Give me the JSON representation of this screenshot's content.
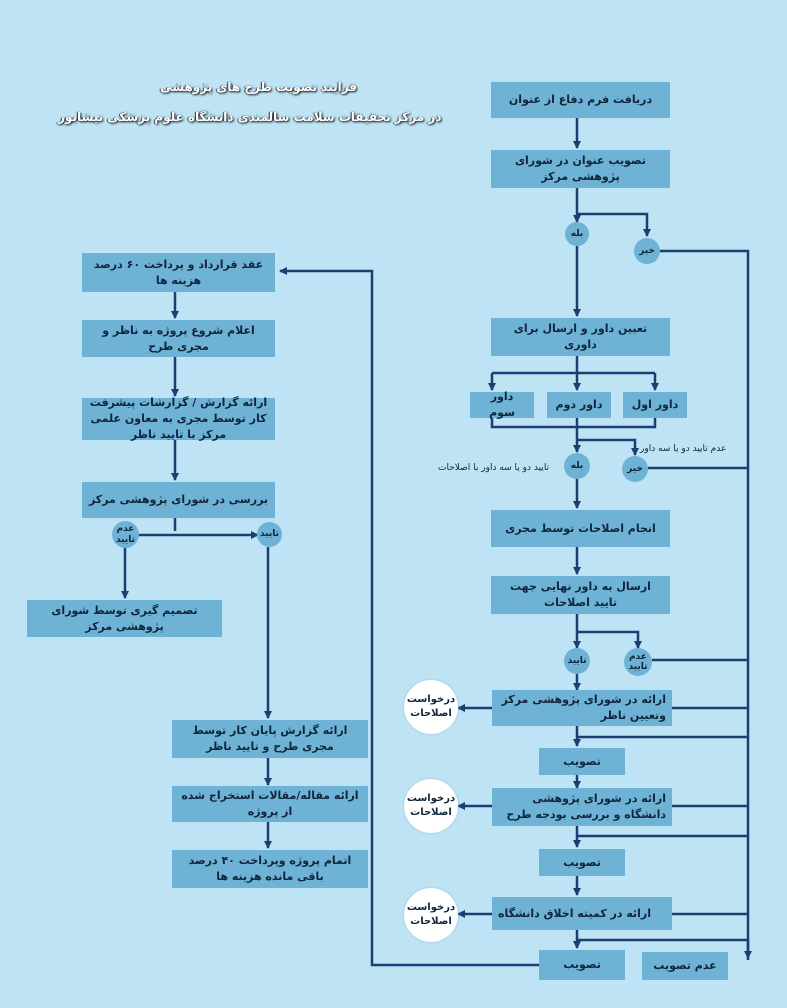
{
  "title": {
    "line1": "فرایند تصویب طرح های پژوهشی",
    "line2": "در مرکز تحقیقات سلامت سالمندی دانشگاه علوم پزشکی نیشابور"
  },
  "right": {
    "receive_form": "دریافت فرم دفاع از عنوان",
    "approve_title": "تصویب عنوان در شورای پژوهشی مرکز",
    "yes": "بله",
    "no": "خیر",
    "assign_reviewer": "تعیین داور و ارسال برای داوری",
    "reviewer1": "داور اول",
    "reviewer2": "داور دوم",
    "reviewer3": "داور سوم",
    "yes2": "بله",
    "no2": "خیر",
    "note_approve": "تایید دو یا سه داور با اصلاحات",
    "note_reject": "عدم تایید دو یا سه داور",
    "do_corrections": "انجام اصلاحات توسط مجری",
    "send_final_reviewer": "ارسال به داور نهایی جهت تایید اصلاحات",
    "approve": "تایید",
    "not_approve": "عدم تایید",
    "present_council": "ارائه در شورای پژوهشی مرکز وتعیین ناظر",
    "request1": "درخواست اصلاحات",
    "ratify1": "تصویب",
    "present_university": "ارائه در شورای پژوهشی دانشگاه و بررسی بودجه طرح",
    "request2": "درخواست اصلاحات",
    "ratify2": "تصویب",
    "ethics": "ارائه در کمیته اخلاق دانشگاه",
    "request3": "درخواست اصلاحات",
    "ratify3": "تصویب",
    "rejected": "عدم تصویب"
  },
  "left": {
    "contract": "عقد قرارداد و پرداخت ۶۰ درصد هزینه ها",
    "announce_start": "اعلام شروع پروژه به ناظر و مجری طرح",
    "progress_report": "ارائه گزارش / گزارشات پیشرفت کار توسط مجری به معاون علمی مرکز با تایید ناظر",
    "review_council": "بررسی در شورای پژوهشی مرکز",
    "not_confirm": "عدم تایید",
    "confirm": "تایید",
    "council_decision": "تصمیم گیری توسط شورای پژوهشی مرکز",
    "final_report": "ارائه گزارش پایان کار توسط مجری طرح و تایید ناظر",
    "articles": "ارائه مقاله/مقالات استخراج شده از پروژه",
    "complete": "اتمام پروژه وپرداخت ۴۰ درصد باقی مانده هزینه ها"
  },
  "colors": {
    "background": "#bde3f4",
    "box": "#6eb2d6",
    "line": "#1b3f73"
  }
}
